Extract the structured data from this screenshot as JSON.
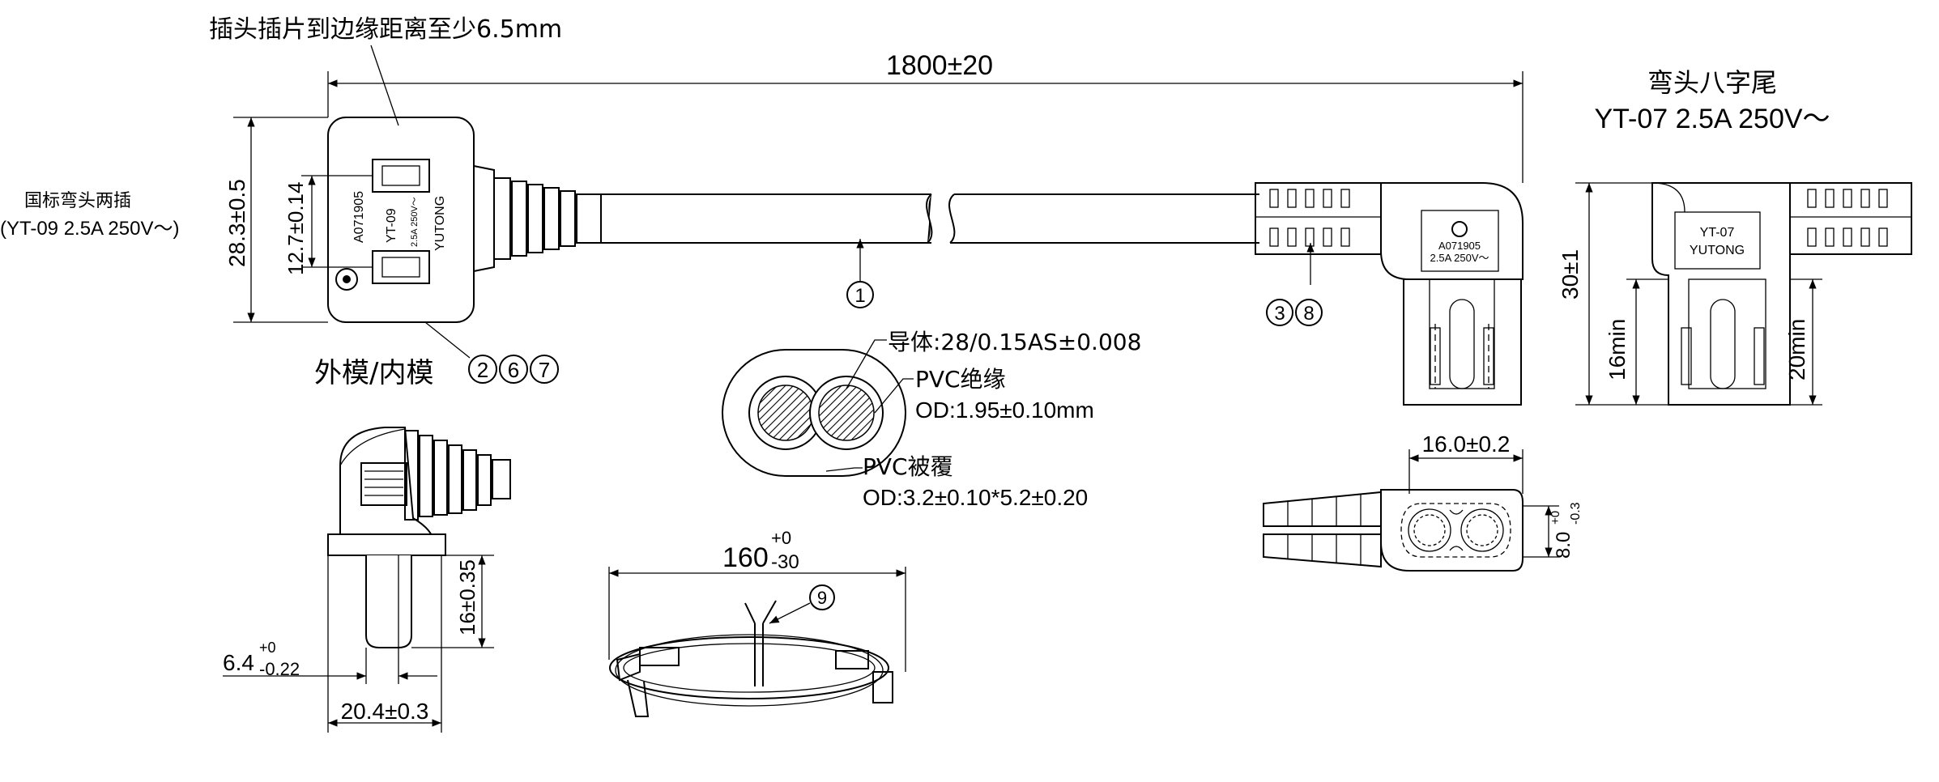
{
  "labels": {
    "plug_gap_note": "插头插片到边缘距离至少6.5mm",
    "total_length": "1800±20",
    "plug_name": "国标弯头两插",
    "plug_spec": "(YT-09 2.5A 250V～)",
    "connector_name": "弯头八字尾",
    "connector_spec": "YT-07 2.5A 250V～",
    "molding_label": "外模/内模",
    "conductor_note": "导体:28/0.15AS±0.008",
    "insulation_label": "PVC绝缘",
    "insulation_od": "OD:1.95±0.10mm",
    "sheath_label": "PVC被覆",
    "sheath_od": "OD:3.2±0.10*5.2±0.20",
    "coil_length_main": "160",
    "coil_tol_upper": "+0",
    "coil_tol_lower": "-30"
  },
  "dimensions": {
    "plug_height": "28.3±0.5",
    "pin_spacing": "12.7±0.14",
    "pin_length": "16±0.35",
    "pin_width_main": "6.4",
    "pin_width_upper": "+0",
    "pin_width_lower": "-0.22",
    "plug_width": "20.4±0.3",
    "conn_height": "30±1",
    "conn_min16": "16min",
    "conn_min20": "20min",
    "conn_width": "16.0±0.2",
    "conn_thick_main": "8.0",
    "conn_thick_upper": "+0",
    "conn_thick_lower": "-0.3"
  },
  "plug_marks": {
    "code": "A071905",
    "model": "YT-09",
    "rating": "2.5A 250V～",
    "brand": "YUTONG"
  },
  "connector_marks": {
    "code": "A071905",
    "rating": "2.5A 250V～",
    "model": "YT-07",
    "brand": "YUTONG"
  },
  "balloons": {
    "b1": "1",
    "b2": "2",
    "b6": "6",
    "b7": "7",
    "b3": "3",
    "b8": "8",
    "b9": "9"
  }
}
